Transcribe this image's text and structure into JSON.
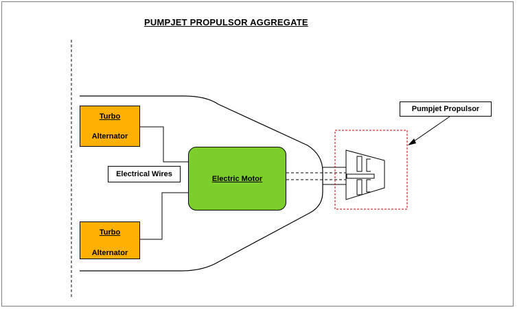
{
  "title": "PUMPJET PROPULSOR  AGGREGATE",
  "alternator_top": {
    "line1": "Turbo",
    "line2": "Alternator"
  },
  "alternator_bottom": {
    "line1": "Turbo",
    "line2": "Alternator"
  },
  "motor": {
    "label": "Electric Motor"
  },
  "wires_label": "Electrical Wires",
  "propulsor_label": "Pumpjet Propulsor",
  "colors": {
    "alternator_fill": "#ffb000",
    "motor_fill": "#7ccf2a",
    "highlight_border": "#cc0000"
  }
}
